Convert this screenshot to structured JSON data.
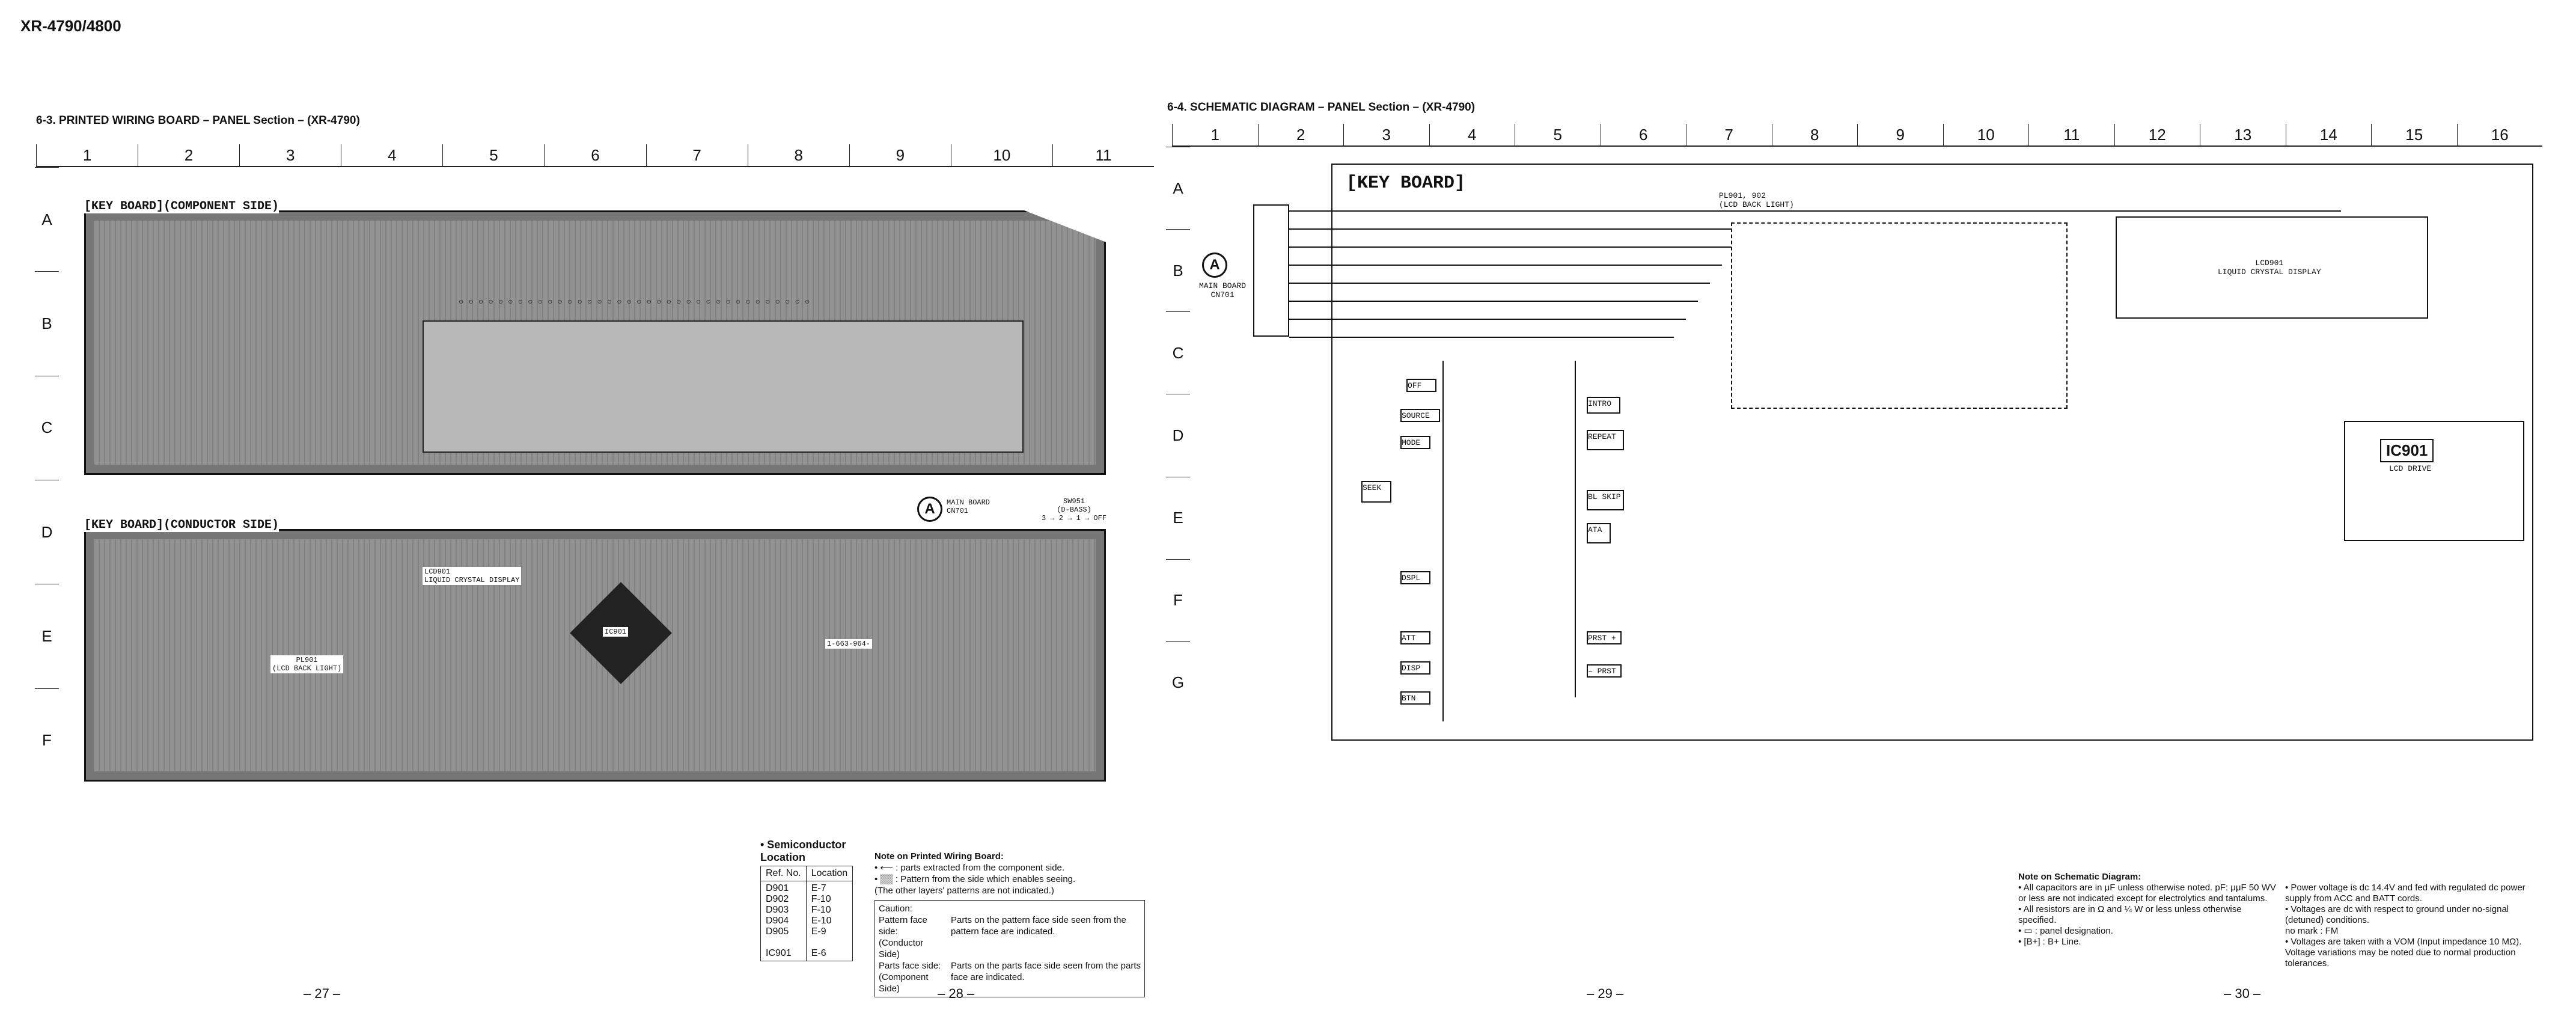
{
  "header": {
    "model": "XR-4790/4800"
  },
  "left_section": {
    "title": "6-3.  PRINTED WIRING BOARD  – PANEL Section – (XR-4790)",
    "columns": [
      "1",
      "2",
      "3",
      "4",
      "5",
      "6",
      "7",
      "8",
      "9",
      "10",
      "11"
    ],
    "rows": [
      "A",
      "B",
      "C",
      "D",
      "E",
      "F"
    ],
    "component_label": "[KEY BOARD](COMPONENT SIDE)",
    "conductor_label": "[KEY BOARD](CONDUCTOR SIDE)",
    "lcd_label": "LCD901\nLIQUID CRYSTAL DISPLAY",
    "ic_label": "IC901",
    "main_board_marker": "A",
    "main_board_label": "MAIN BOARD\nCN701",
    "switch_label": "SW951\n(D-BASS)\n3 → 2 → 1 → OFF",
    "backlight_label": "PL901\n(LCD BACK LIGHT)",
    "board_id": "1-663-964-"
  },
  "right_section": {
    "title": "6-4.  SCHEMATIC DIAGRAM  – PANEL Section – (XR-4790)",
    "columns": [
      "1",
      "2",
      "3",
      "4",
      "5",
      "6",
      "7",
      "8",
      "9",
      "10",
      "11",
      "12",
      "13",
      "14",
      "15",
      "16"
    ],
    "rows": [
      "A",
      "B",
      "C",
      "D",
      "E",
      "F",
      "G"
    ],
    "frame_label": "[KEY BOARD]",
    "main_board_label": "MAIN BOARD\nCN701",
    "main_board_marker": "A",
    "lcd_label": "LCD901\nLIQUID CRYSTAL DISPLAY",
    "ic_name": "IC901",
    "ic_sub": "LCD DRIVE",
    "backlight_label": "PL901, 902\n(LCD BACK LIGHT)",
    "keys": [
      "OFF",
      "SOURCE",
      "MODE",
      "SEEK",
      "DSPL",
      "ATT",
      "DISP",
      "BTN"
    ],
    "right_keys": [
      "INTRO",
      "REPEAT",
      "BL SKIP",
      "ATA",
      "PRST +",
      "– PRST"
    ]
  },
  "semiconductor": {
    "title": "• Semiconductor\n  Location",
    "headers": [
      "Ref. No.",
      "Location"
    ],
    "rows": [
      [
        "D901",
        "E-7"
      ],
      [
        "D902",
        "F-10"
      ],
      [
        "D903",
        "F-10"
      ],
      [
        "D904",
        "E-10"
      ],
      [
        "D905",
        "E-9"
      ],
      [
        "IC901",
        "E-6"
      ]
    ]
  },
  "note_pwb": {
    "title": "Note on Printed Wiring Board:",
    "lines": [
      "• ⟵ : parts extracted from the component side.",
      "• ▒▒ : Pattern from the side which enables seeing.",
      "(The other layers' patterns are not indicated.)"
    ],
    "caution_title": "Caution:",
    "caution": [
      {
        "k": "Pattern face side:\n(Conductor Side)",
        "v": "Parts on the pattern face side seen from the pattern face are indicated."
      },
      {
        "k": "Parts face side:\n(Component Side)",
        "v": "Parts on the parts face side seen from the parts face are indicated."
      }
    ]
  },
  "note_sch": {
    "title": "Note on Schematic Diagram:",
    "left": [
      "• All capacitors are in μF unless otherwise noted. pF: μμF 50 WV or less are not indicated except for electrolytics and tantalums.",
      "• All resistors are in Ω and ¼ W or less unless otherwise specified.",
      "• ▭ : panel designation.",
      "• [B+] : B+ Line."
    ],
    "right": [
      "• Power voltage is dc 14.4V and fed with regulated dc power supply from ACC and BATT cords.",
      "• Voltages are dc with respect to ground under no-signal (detuned) conditions.",
      "no mark : FM",
      "• Voltages are taken with a VOM (Input impedance 10 MΩ). Voltage variations may be noted due to normal production tolerances."
    ]
  },
  "pages": [
    "– 27 –",
    "– 28 –",
    "– 29 –",
    "– 30 –"
  ]
}
